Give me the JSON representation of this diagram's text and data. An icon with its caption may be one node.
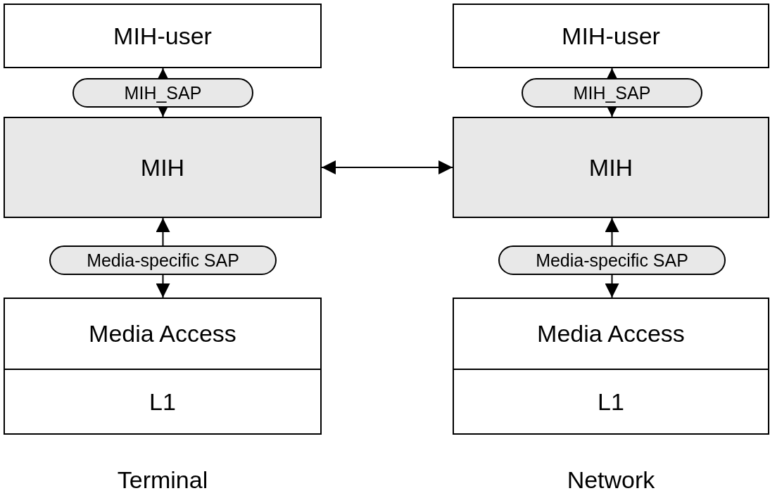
{
  "diagram": {
    "nodes": [
      {
        "text": [
          "MIH-user"
        ]
      },
      {
        "text": [
          "MIH_SAP"
        ]
      },
      {
        "text": [
          "MIH"
        ]
      },
      {
        "text": [
          "Media-specific SAP"
        ]
      },
      {
        "text": [
          "Media Access"
        ]
      },
      {
        "text": [
          "L1"
        ]
      },
      {
        "text": [
          "MIH-user"
        ]
      },
      {
        "text": [
          "MIH_SAP"
        ]
      },
      {
        "text": [
          "MIH"
        ]
      },
      {
        "text": [
          "Media-specific SAP"
        ]
      },
      {
        "text": [
          "Media Access"
        ]
      },
      {
        "text": [
          "L1"
        ]
      }
    ],
    "edges": [
      {
        "from": 1,
        "to": 0,
        "arrow": "to"
      },
      {
        "from": 1,
        "to": 2,
        "arrow": "to"
      },
      {
        "from": 3,
        "to": 2,
        "arrow": "to"
      },
      {
        "from": 3,
        "to": 4,
        "arrow": "to"
      },
      {
        "from": 7,
        "to": 6,
        "arrow": "to"
      },
      {
        "from": 7,
        "to": 8,
        "arrow": "to"
      },
      {
        "from": 9,
        "to": 8,
        "arrow": "to"
      },
      {
        "from": 9,
        "to": 10,
        "arrow": "to"
      },
      {
        "from": 2,
        "to": 8,
        "arrow": "both"
      }
    ],
    "labels": [
      "Terminal",
      "Network"
    ]
  }
}
